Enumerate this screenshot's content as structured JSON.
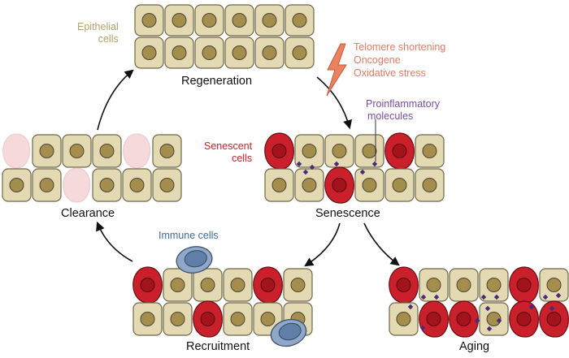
{
  "stages": {
    "regeneration": "Regeneration",
    "senescence": "Senescence",
    "clearance": "Clearance",
    "recruitment": "Recruitment",
    "aging": "Aging"
  },
  "annotations": {
    "epithelial_line1": "Epithelial",
    "epithelial_line2": "cells",
    "stress_line1": "Telomere shortening",
    "stress_line2": "Oncogene",
    "stress_line3": "Oxidative stress",
    "proinflammatory_line1": "Proinflammatory",
    "proinflammatory_line2": "molecules",
    "senescent_line1": "Senescent",
    "senescent_line2": "cells",
    "immune_cells": "Immune cells"
  },
  "colors": {
    "epithelial_fill": "#e3d9b2",
    "epithelial_stroke": "#6f684b",
    "nucleus_fill": "#a38e4e",
    "senescent_fill": "#c9202b",
    "senescent_nucleus": "#a3131c",
    "ghost_fill": "#f6d9da",
    "immune_fill": "#8fa8c8",
    "immune_nucleus": "#5f7fa8",
    "stress_text": "#e07b63",
    "proinflammatory_text": "#7a4ea0",
    "senescent_text": "#c8202a",
    "immune_text": "#3f6b98",
    "epithelial_text": "#b3a46c",
    "molecule": "#4b2a7a"
  },
  "icons": {
    "stress": "lightning-bolt-icon",
    "molecule": "diamond-molecule-icon"
  }
}
